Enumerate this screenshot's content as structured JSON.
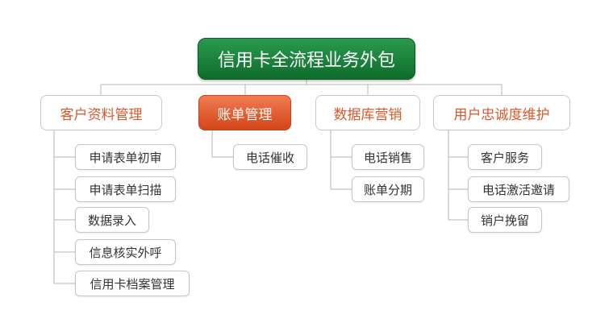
{
  "root": {
    "label": "信用卡全流程业务外包"
  },
  "categories": [
    {
      "label": "客户资料管理",
      "children": [
        "申请表单初审",
        "申请表单扫描",
        "数据录入",
        "信息核实外呼",
        "信用卡档案管理"
      ]
    },
    {
      "label": "账单管理",
      "children": [
        "电话催收"
      ]
    },
    {
      "label": "数据库营销",
      "children": [
        "电话销售",
        "账单分期"
      ]
    },
    {
      "label": "用户忠诚度维护",
      "children": [
        "客户服务",
        "电话激活邀请",
        "销户挽留"
      ]
    }
  ],
  "colors": {
    "root": "#158a3a",
    "category_text": "#d7582b",
    "active_category": "#e85a2a",
    "connector": "#b5b5b5"
  }
}
